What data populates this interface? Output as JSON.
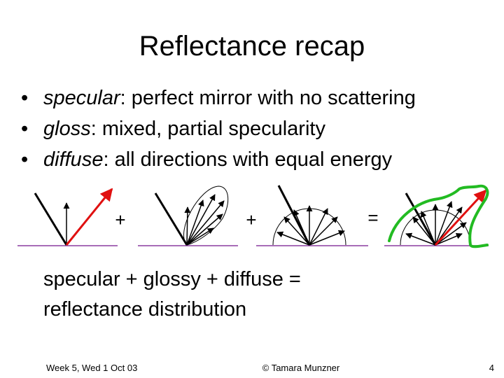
{
  "slide": {
    "title": "Reflectance recap",
    "bullets": [
      {
        "term": "specular",
        "rest": ": perfect mirror with no scattering"
      },
      {
        "term": "gloss",
        "rest": ": mixed, partial specularity"
      },
      {
        "term": "diffuse",
        "rest": ": all directions with equal energy"
      }
    ],
    "bullet_symbol": "•",
    "operators": [
      "+",
      "+",
      "="
    ],
    "summary_lines": [
      "specular + glossy + diffuse =",
      "reflectance distribution"
    ],
    "footer": {
      "left": "Week 5, Wed 1 Oct 03",
      "center": "© Tamara Munzner",
      "right": "4"
    }
  },
  "colors": {
    "surface": "#8b3ba0",
    "reflected_ray": "#e01010",
    "envelope": "#22bb22"
  }
}
